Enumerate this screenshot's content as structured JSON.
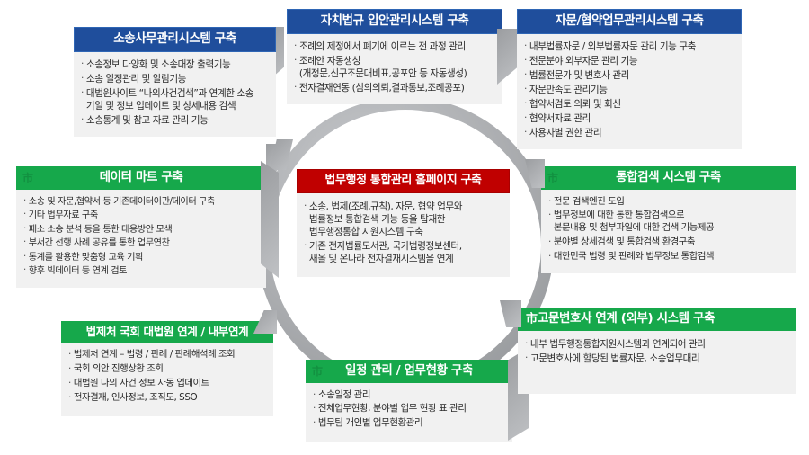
{
  "diagram": {
    "title_center": "법무행정 통합관리 홈페이지 구축",
    "colors": {
      "blue_header": "#1F4E9C",
      "green_header": "#16A84B",
      "red_header": "#C00000",
      "card_body": "#F1F1F1",
      "ring": "#A6A8AB"
    }
  },
  "cards": {
    "center": {
      "header": "법무행정 통합관리 홈페이지 구축",
      "header_style": "red",
      "icon": "",
      "bullets": [
        "소송, 법제(조례,규칙), 자문, 협약 업무와\n법률정보 통합검색 기능 등을 탑재한\n법무행정통합 지원시스템  구축",
        "기존 전자법률도서관, 국가법령정보센터,\n새올 및 온나라 전자결재시스템을 연계"
      ]
    },
    "litigation": {
      "header": "소송사무관리시스템 구축",
      "header_style": "blue",
      "icon": "",
      "bullets": [
        "소송정보 다양화 및 소송대장 출력기능",
        "소송 일정관리 및 알림기능",
        "대법원사이트 “나의사건검색”과 연계한 소송\n기일 및 정보 업데이트 및 상세내용 검색",
        "소송통계 및 참고 자료 관리 기능"
      ]
    },
    "ordinance": {
      "header": "자치법규 입안관리시스템 구축",
      "header_style": "blue",
      "icon": "",
      "bullets": [
        "조례의 제정에서 폐기에 이르는 전 과정 관리",
        "조례안 자동생성\n(개정문,신구조문대비표,공포안 등 자동생성)",
        "전자결재연동 (심의의뢰,결과통보,조례공포)"
      ]
    },
    "advisory": {
      "header": "자문/협약업무관리시스템 구축",
      "header_style": "blue",
      "icon": "",
      "bullets": [
        "내부법률자문 / 외부법률자문 관리 기능 구축",
        "전문분야 외부자문 관리 기능",
        "법률전문가 및 변호사 관리",
        "자문만족도 관리기능",
        "협약서검토 의뢰 및 회신",
        "협약서자료 관리",
        "사용자별 권한 관리"
      ]
    },
    "datamart": {
      "header": "데이터 마트 구축",
      "header_style": "green",
      "icon": "市",
      "bullets": [
        "소송 및 자문,협약서 등 기존데이터이관/데이터 구축",
        "기타 법무자료 구축",
        "패소 소송 분석 등을 통한 대응방안 모색",
        "부서간 선행 사례 공유를 통한 업무연찬",
        "통계를 활용한 맞춤형 교육 기획",
        "향후 빅데이터 등 연계 검토"
      ]
    },
    "search": {
      "header": "통합검색 시스템 구축",
      "header_style": "green",
      "icon": "市",
      "bullets": [
        "전문 검색엔진 도입",
        "법무정보에 대한 통한 통합검색으로\n본문내용 및 첨부파일에 대한 검색 기능제공",
        "분야별 상세검색 및 통합검색 환경구축",
        "대한민국 법령 및 판례와 법무정보 통합검색"
      ]
    },
    "linkage": {
      "header": "법제처 국회 대법원 연계 / 내부연계",
      "header_style": "green",
      "icon": "",
      "bullets": [
        "법제처 연계 – 법령 / 판례 / 판례해석례 조회",
        "국회 의안 진행상황 조회",
        "대법원 나의 사건 정보 자동 업데이트",
        "전자결재, 인사정보, 조직도, SSO"
      ]
    },
    "schedule": {
      "header": "일정 관리 / 업무현황 구축",
      "header_style": "green",
      "icon": "市",
      "bullets": [
        "소송일정 관리",
        "전체업무현황, 분야별 업무 현황 표 관리",
        "법무팀 개인별 업무현황관리"
      ]
    },
    "external_lawyer": {
      "header": "고문변호사 연계 (외부) 시스템 구축",
      "header_style": "green",
      "icon": "市",
      "bullets": [
        "내부 법무행정통합지원시스템과 연계되어 관리",
        "고문변호사에 할당된 법률자문, 소송업무대리"
      ]
    }
  }
}
